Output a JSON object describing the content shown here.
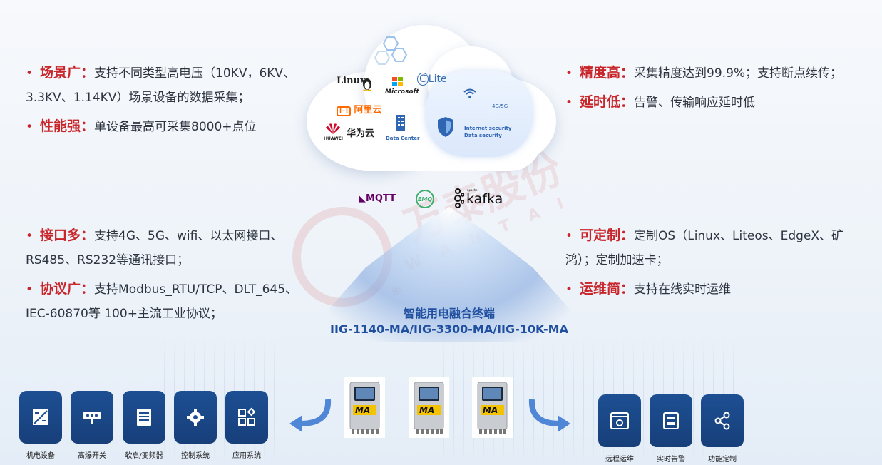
{
  "features_left_top": [
    {
      "key": "场景广：",
      "lines": [
        "支持不同类型高电压（10KV，6KV、",
        "3.3KV、1.14KV）场景设备的数据采集；"
      ]
    },
    {
      "key": "性能强：",
      "lines": [
        "单设备最高可采集8000+点位"
      ]
    }
  ],
  "features_left_bottom": [
    {
      "key": "接口多：",
      "lines": [
        "支持4G、5G、wifi、以太网接口、",
        "RS485、RS232等通讯接口；"
      ]
    },
    {
      "key": "协议广：",
      "lines": [
        "支持Modbus_RTU/TCP、DLT_645、",
        "IEC-60870等 100+主流工业协议；"
      ]
    }
  ],
  "features_right_top": [
    {
      "key": "精度高：",
      "lines": [
        "采集精度达到99.9%；支持断点续传；"
      ]
    },
    {
      "key": "延时低：",
      "lines": [
        "告警、传输响应延时低"
      ]
    }
  ],
  "features_right_bottom": [
    {
      "key": "可定制：",
      "lines": [
        "定制OS（Linux、Liteos、EdgeX、矿",
        "鸿）；定制加速卡；"
      ]
    },
    {
      "key": "运维简：",
      "lines": [
        "支持在线实时运维"
      ]
    }
  ],
  "cloud": {
    "linux": "Linux",
    "microsoft": "Microsoft",
    "lite": "Lite",
    "aliyun": "阿里云",
    "huawei_cn": "华为云",
    "huawei_en": "HUAWEI",
    "data_center": "Data Center",
    "net_4g5g": "4G/5G",
    "internet_security": "Internet security",
    "data_security": "Data security"
  },
  "protocols": {
    "mqtt": "MQTT",
    "emq": "EMQ",
    "kafka": "kafka",
    "apache": "apache"
  },
  "watermark": {
    "cn": "万泰股份",
    "en": "W A N T A I",
    "reg": "®"
  },
  "product": {
    "name": "智能用电融合终端",
    "model": "IIG-1140-MA/IIG-3300-MA/IIG-10K-MA",
    "badge": "MA"
  },
  "bottom_left": [
    "机电设备",
    "高爆开关",
    "软启/变频器",
    "控制系统",
    "应用系统"
  ],
  "bottom_right": [
    "远程运维",
    "实时告警",
    "功能定制"
  ],
  "colors": {
    "accent_red": "#c8262b",
    "brand_blue": "#1d4f93",
    "title_blue": "#1f4f9e"
  }
}
